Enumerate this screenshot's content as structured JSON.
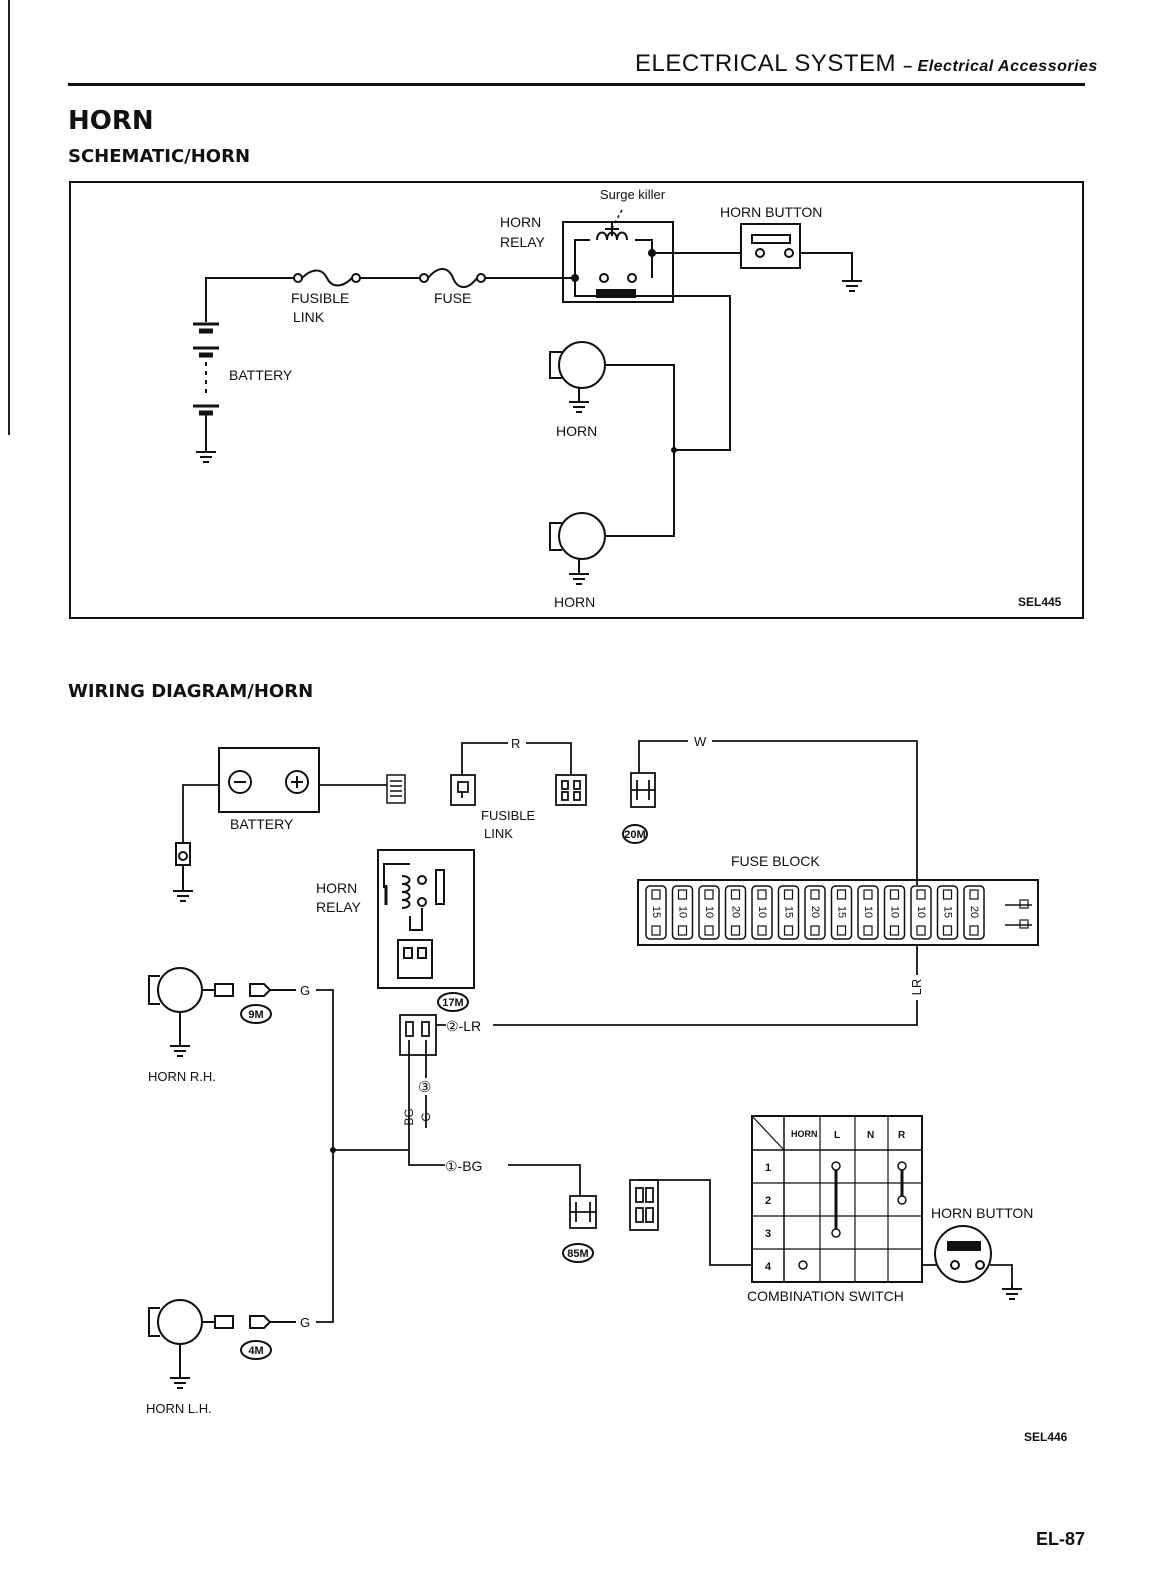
{
  "header": {
    "title": "ELECTRICAL SYSTEM",
    "subtitle": "– Electrical Accessories"
  },
  "section_title": "HORN",
  "schematic": {
    "title": "SCHEMATIC/HORN",
    "labels": {
      "surge_killer": "Surge killer",
      "horn_relay_1": "HORN",
      "horn_relay_2": "RELAY",
      "horn_button": "HORN BUTTON",
      "fusible_link_1": "FUSIBLE",
      "fusible_link_2": "LINK",
      "fuse": "FUSE",
      "battery": "BATTERY",
      "horn_upper": "HORN",
      "horn_lower": "HORN"
    },
    "code": "SEL445"
  },
  "wiring": {
    "title": "WIRING DIAGRAM/HORN",
    "labels": {
      "battery": "BATTERY",
      "battery_minus": "⊖",
      "battery_plus": "⊕",
      "wire_r": "R",
      "wire_w": "W",
      "fusible_link_1": "FUSIBLE",
      "fusible_link_2": "LINK",
      "fuse_block": "FUSE BLOCK",
      "horn_relay_1": "HORN",
      "horn_relay_2": "RELAY",
      "horn_rh": "HORN R.H.",
      "horn_lh": "HORN L.H.",
      "wire_g_upper": "G",
      "wire_g_lower": "G",
      "wire_lr_horizontal": "②-LR",
      "wire_lr_vertical": "LR",
      "pin_3": "③",
      "wire_bg_vertical": "BG",
      "wire_g_vertical": "G",
      "wire_bg_horizontal": "①-BG",
      "horn_button": "HORN BUTTON",
      "combination_switch": "COMBINATION SWITCH"
    },
    "connectors": [
      "20M",
      "17M",
      "9M",
      "4M",
      "85M"
    ],
    "fuse_ratings": [
      "15",
      "10",
      "10",
      "20",
      "10",
      "15",
      "20",
      "15",
      "10",
      "10",
      "10",
      "15",
      "20"
    ],
    "switch_table": {
      "headers": [
        "HORN",
        "L",
        "N",
        "R"
      ],
      "rows": [
        "1",
        "2",
        "3",
        "4"
      ]
    },
    "code": "SEL446"
  },
  "page_number": "EL-87"
}
